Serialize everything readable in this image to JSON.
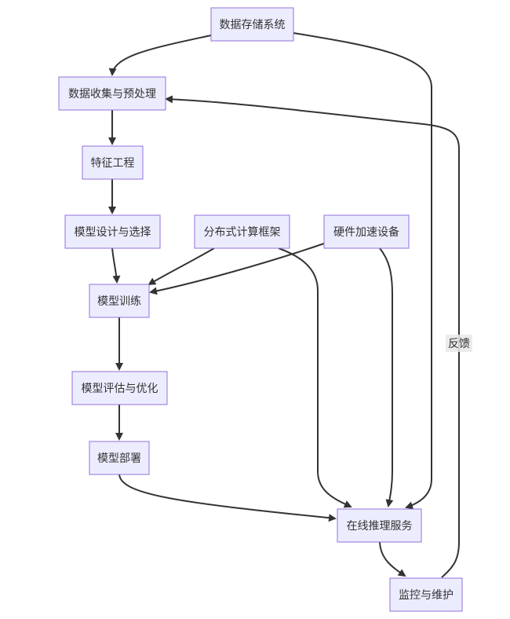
{
  "nodes": {
    "storage": "数据存储系统",
    "collect": "数据收集与预处理",
    "feature": "特征工程",
    "design": "模型设计与选择",
    "distributed": "分布式计算框架",
    "hardware": "硬件加速设备",
    "train": "模型训练",
    "evaluate": "模型评估与优化",
    "deploy": "模型部署",
    "inference": "在线推理服务",
    "monitor": "监控与维护"
  },
  "edge_labels": {
    "feedback": "反馈"
  },
  "colors": {
    "node_fill": "#ECECFF",
    "node_border": "#9370DB",
    "edge": "#333333",
    "text": "#333333"
  }
}
